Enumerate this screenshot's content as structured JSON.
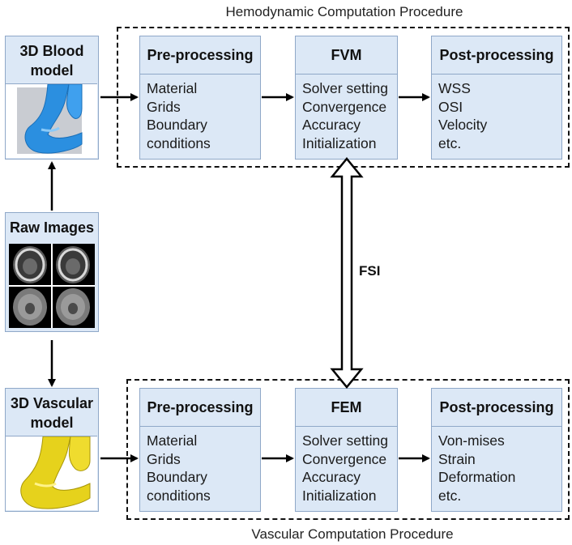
{
  "top_caption": "Hemodynamic Computation Procedure",
  "bottom_caption": "Vascular Computation Procedure",
  "fsi_label": "FSI",
  "blood_model": {
    "title_line1": "3D Blood",
    "title_line2": "model"
  },
  "raw_images": {
    "title": "Raw Images"
  },
  "vascular_model": {
    "title_line1": "3D Vascular",
    "title_line2": "model"
  },
  "top_row": [
    {
      "title": "Pre-processing",
      "items": [
        "Material",
        "Grids",
        "Boundary",
        "conditions"
      ]
    },
    {
      "title": "FVM",
      "items": [
        "Solver setting",
        "Convergence",
        "Accuracy",
        "Initialization"
      ]
    },
    {
      "title": "Post-processing",
      "items": [
        "WSS",
        "OSI",
        "Velocity",
        "etc."
      ]
    }
  ],
  "bottom_row": [
    {
      "title": "Pre-processing",
      "items": [
        "Material",
        "Grids",
        "Boundary",
        "conditions"
      ]
    },
    {
      "title": "FEM",
      "items": [
        "Solver setting",
        "Convergence",
        "Accuracy",
        "Initialization"
      ]
    },
    {
      "title": "Post-processing",
      "items": [
        "Von-mises",
        "Strain",
        "Deformation",
        "etc."
      ]
    }
  ],
  "colors": {
    "box_fill": "#dce8f6",
    "box_border": "#8fa8c8",
    "blood_model": "#2b8fe0",
    "vascular_model": "#e6d21c"
  }
}
